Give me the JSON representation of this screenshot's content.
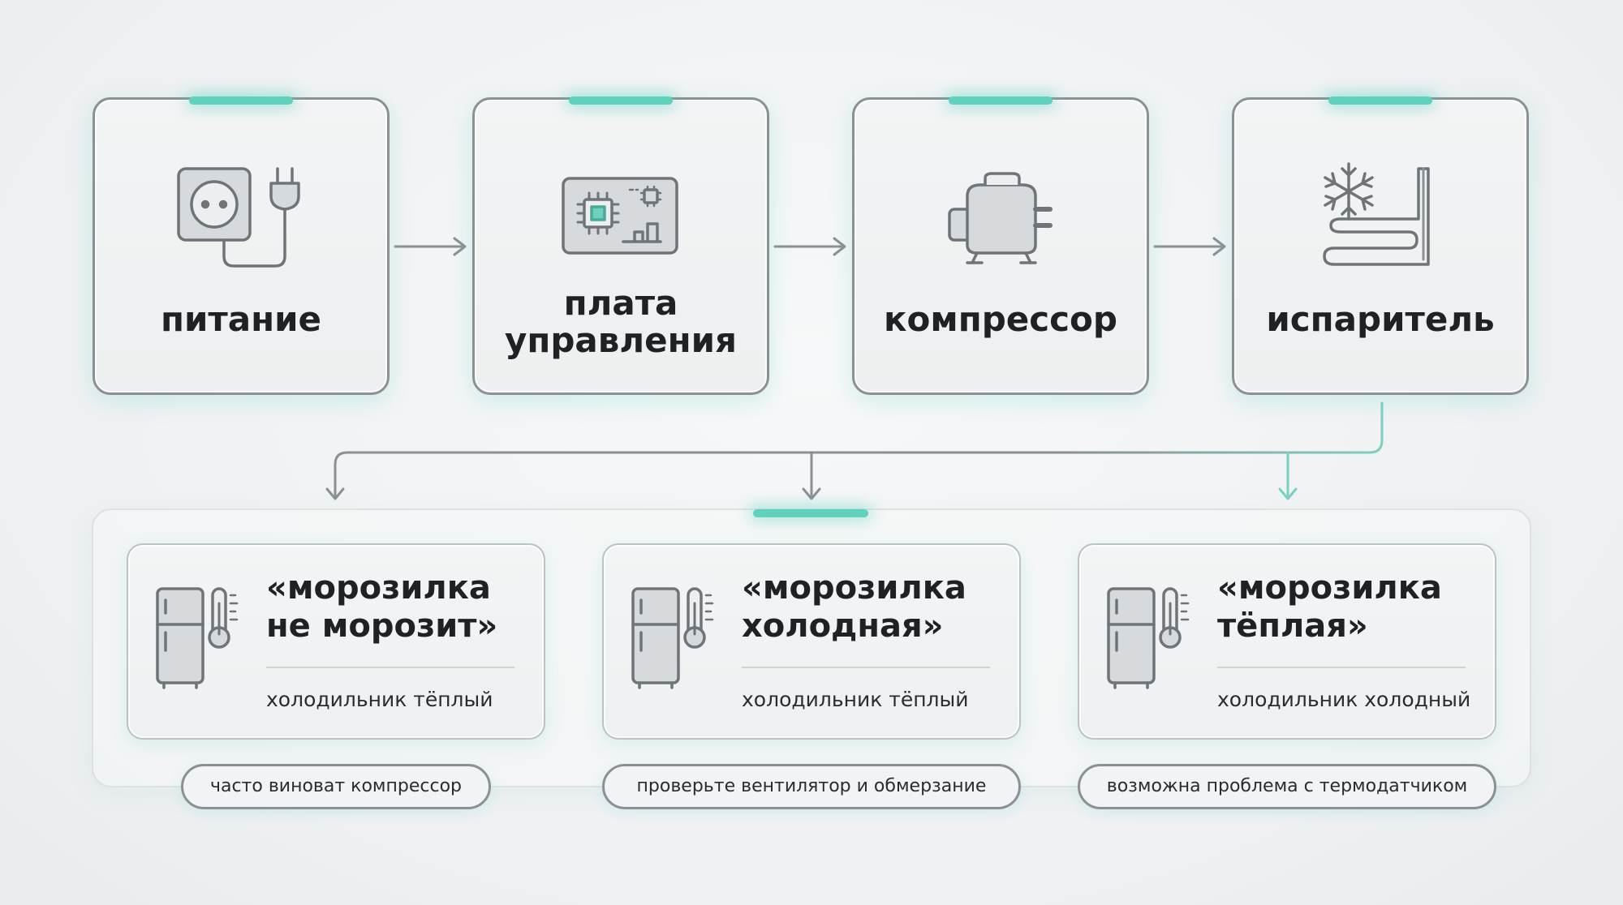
{
  "stages": [
    {
      "icon": "power-socket-plug-icon",
      "label": "питание"
    },
    {
      "icon": "control-board-chip-icon",
      "label_line1": "плата",
      "label_line2": "управления"
    },
    {
      "icon": "compressor-icon",
      "label": "компрессор"
    },
    {
      "icon": "snowflake-evaporator-coil-icon",
      "label": "испаритель"
    }
  ],
  "symptoms": [
    {
      "icon": "fridge-thermometer-icon",
      "title_line1": "«морозилка",
      "title_line2": "не морозит»",
      "subtitle": "холодильник тёплый",
      "hint": "часто виноват компрессор"
    },
    {
      "icon": "fridge-thermometer-icon",
      "title_line1": "«морозилка",
      "title_line2": "холодная»",
      "subtitle": "холодильник тёплый",
      "hint": "проверьте вентилятор и обмерзание"
    },
    {
      "icon": "fridge-thermometer-icon",
      "title_line1": "«морозилка",
      "title_line2": "тёплая»",
      "subtitle": "холодильник холодный",
      "hint": "возможна проблема с термодатчиком"
    }
  ],
  "colors": {
    "accent": "#5fd1bd",
    "stroke": "#8b9094",
    "text": "#1f2225",
    "card": "#f1f3f4"
  }
}
